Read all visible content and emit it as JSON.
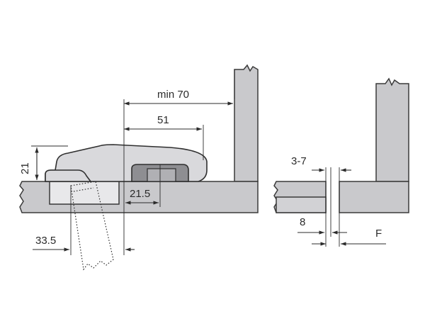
{
  "dimensions": {
    "min_overlay_distance": "min 70",
    "arm_length": "51",
    "hinge_height": "21",
    "cup_offset": "21.5",
    "cup_drill_distance": "33.5",
    "side_gap": "3-7",
    "panel_thickness": "8",
    "gap_label": "F"
  },
  "colors": {
    "panel_fill": "#c9c9cc",
    "hinge_fill": "#d9d9dc",
    "mounting_plate_fill": "#8e8e92",
    "line": "#2b2b2b"
  }
}
